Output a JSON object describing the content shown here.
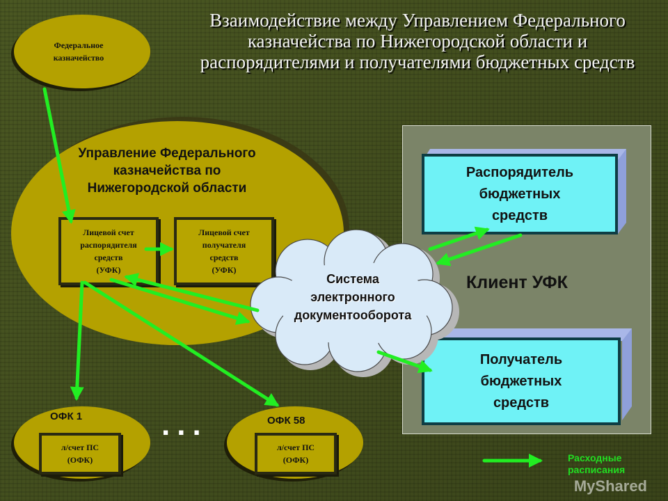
{
  "title": "Взаимодействие между Управлением Федерального казначейства по Нижегородской области и распорядителями и получателями бюджетных средств",
  "fed_treasury": {
    "line1": "Федеральное",
    "line2": "казначейство"
  },
  "ufk": {
    "line1": "Управление Федерального",
    "line2": "казначейства по",
    "line3": "Нижегородской области"
  },
  "account_manager": {
    "line1": "Лицевой счет",
    "line2": "распорядителя",
    "line3": "средств",
    "line4": "(УФК)"
  },
  "account_recipient": {
    "line1": "Лицевой счет",
    "line2": "получателя",
    "line3": "средств",
    "line4": "(УФК)"
  },
  "edo": {
    "line1": "Система",
    "line2": "электронного",
    "line3": "документооборота"
  },
  "client": {
    "label": "Клиент УФК"
  },
  "manager": {
    "line1": "Распорядитель",
    "line2": "бюджетных",
    "line3": "средств"
  },
  "recipient": {
    "line1": "Получатель",
    "line2": "бюджетных",
    "line3": "средств"
  },
  "ofk1": {
    "title": "ОФК 1",
    "acc1": "л/счет ПС",
    "acc2": "(ОФК)"
  },
  "ofk58": {
    "title": "ОФК 58",
    "acc1": "л/счет ПС",
    "acc2": "(ОФК)"
  },
  "ellipsis": "...",
  "legend": {
    "line1": "Расходные",
    "line2": "расписания"
  },
  "watermark": "MyShared",
  "colors": {
    "arrow": "#22ee22",
    "olive": "#b4a100",
    "cyan": "#6ff2f6",
    "panel": "#7b8468"
  }
}
